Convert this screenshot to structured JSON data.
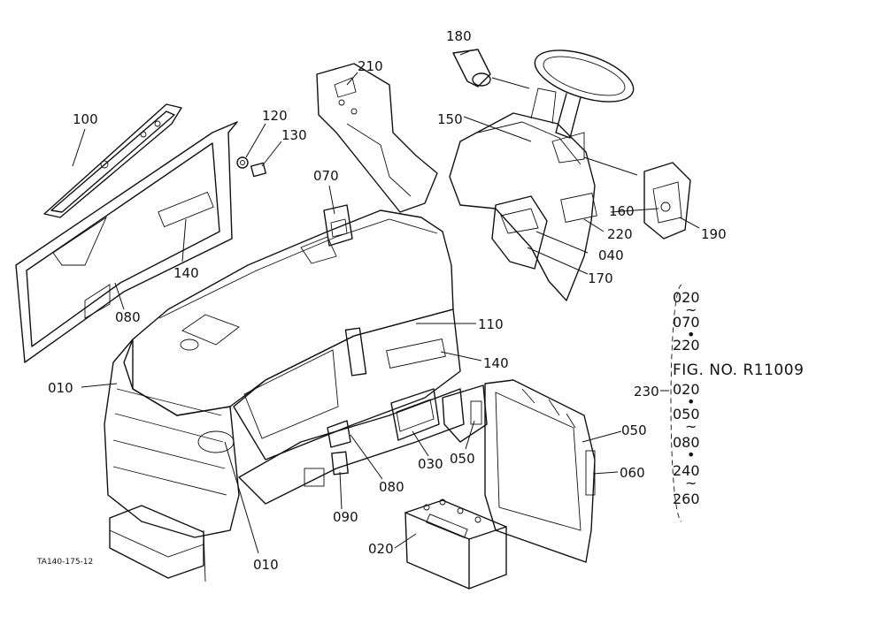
{
  "diagram_code": "TA140-175-12",
  "parts": [
    {
      "id": "p100",
      "label": "100"
    },
    {
      "id": "p120",
      "label": "120"
    },
    {
      "id": "p130",
      "label": "130"
    },
    {
      "id": "p140a",
      "label": "140"
    },
    {
      "id": "p080a",
      "label": "080"
    },
    {
      "id": "p070",
      "label": "070"
    },
    {
      "id": "p210",
      "label": "210"
    },
    {
      "id": "p180",
      "label": "180"
    },
    {
      "id": "p150",
      "label": "150"
    },
    {
      "id": "p160",
      "label": "160"
    },
    {
      "id": "p190",
      "label": "190"
    },
    {
      "id": "p220",
      "label": "220"
    },
    {
      "id": "p040",
      "label": "040"
    },
    {
      "id": "p170",
      "label": "170"
    },
    {
      "id": "p110",
      "label": "110"
    },
    {
      "id": "p140b",
      "label": "140"
    },
    {
      "id": "p010a",
      "label": "010"
    },
    {
      "id": "p010b",
      "label": "010"
    },
    {
      "id": "p080b",
      "label": "080"
    },
    {
      "id": "p090",
      "label": "090"
    },
    {
      "id": "p030",
      "label": "030"
    },
    {
      "id": "p050a",
      "label": "050"
    },
    {
      "id": "p050b",
      "label": "050"
    },
    {
      "id": "p060",
      "label": "060"
    },
    {
      "id": "p020",
      "label": "020"
    },
    {
      "id": "p230",
      "label": "230"
    }
  ],
  "reference": {
    "lines": [
      "020",
      "070",
      "220",
      "FIG. NO. R11009",
      "020",
      "050",
      "080",
      "240",
      "260"
    ],
    "separators": [
      "~",
      "•",
      "",
      "",
      "•",
      "~",
      "•",
      "~"
    ]
  }
}
